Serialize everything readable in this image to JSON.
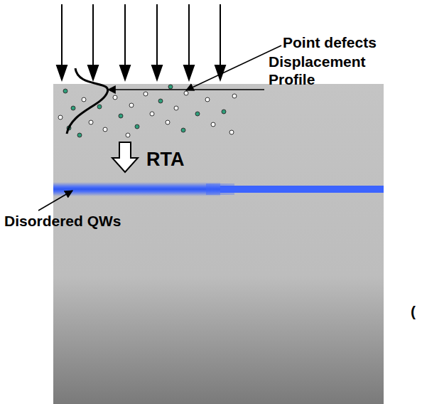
{
  "diagram": {
    "labels": [
      "Point defects",
      "Displacement Profile",
      "RTA",
      "Disordered QWs",
      "("
    ]
  }
}
